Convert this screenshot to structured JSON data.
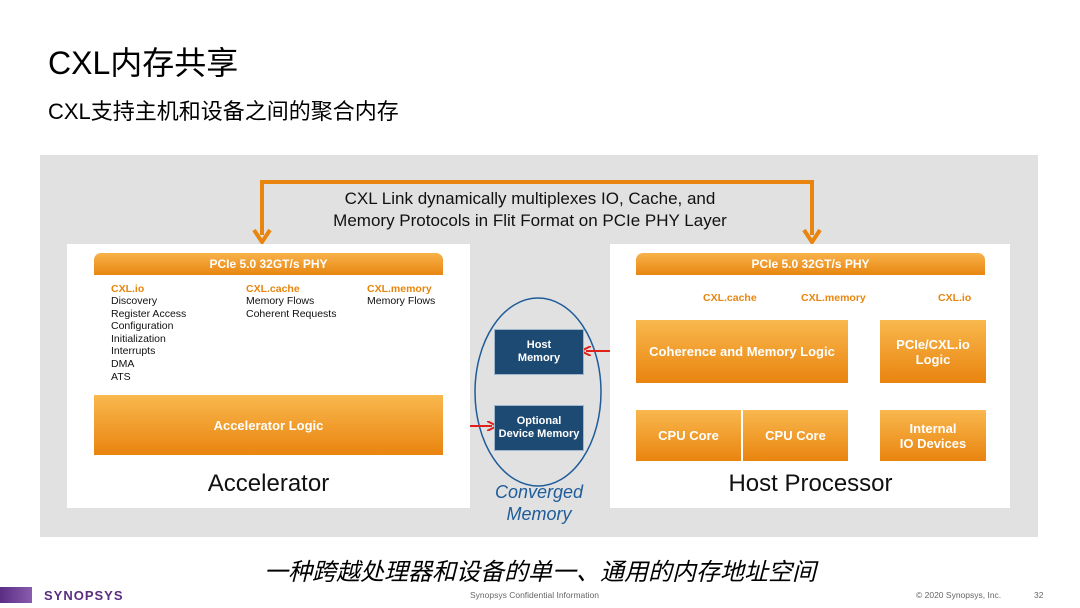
{
  "title": "CXL内存共享",
  "subtitle": "CXL支持主机和设备之间的聚合内存",
  "link_text_line1": "CXL Link dynamically  multiplexes IO,  Cache,  and",
  "link_text_line2": "Memory Protocols in Flit Format on PCIe PHY Layer",
  "accelerator": {
    "phy": "PCIe 5.0 32GT/s PHY",
    "cxl_io": {
      "head": "CXL.io",
      "items": [
        "Discovery",
        "Register Access",
        "Configuration",
        "Initialization",
        "Interrupts",
        "DMA",
        "ATS"
      ]
    },
    "cxl_cache": {
      "head": "CXL.cache",
      "items": [
        "Memory Flows",
        "Coherent Requests"
      ]
    },
    "cxl_memory": {
      "head": "CXL.memory",
      "items": [
        "Memory Flows"
      ]
    },
    "logic": "Accelerator Logic",
    "label": "Accelerator"
  },
  "memory": {
    "host_memory_line1": "Host",
    "host_memory_line2": "Memory",
    "device_memory_line1": "Optional",
    "device_memory_line2": "Device Memory",
    "converged_line1": "Converged",
    "converged_line2": "Memory"
  },
  "host": {
    "phy": "PCIe 5.0 32GT/s PHY",
    "proto_cache": "CXL.cache",
    "proto_memory": "CXL.memory",
    "proto_io": "CXL.io",
    "coherence": "Coherence and Memory Logic",
    "pcie_logic_line1": "PCIe/CXL.io",
    "pcie_logic_line2": "Logic",
    "cpu_core_1": "CPU Core",
    "cpu_core_2": "CPU Core",
    "internal_io_line1": "Internal",
    "internal_io_line2": "IO Devices",
    "label": "Host Processor"
  },
  "caption": "一种跨越处理器和设备的单一、通用的内存地址空间",
  "footer": {
    "logo": "SYNOPSYS",
    "confidential": "Synopsys Confidential Information",
    "copyright": "© 2020 Synopsys, Inc.",
    "page": "32"
  },
  "colors": {
    "orange": "#e8850f",
    "navy": "#1d4a73",
    "red_arrow": "#e0201b",
    "converged_text": "#1f5c99"
  }
}
